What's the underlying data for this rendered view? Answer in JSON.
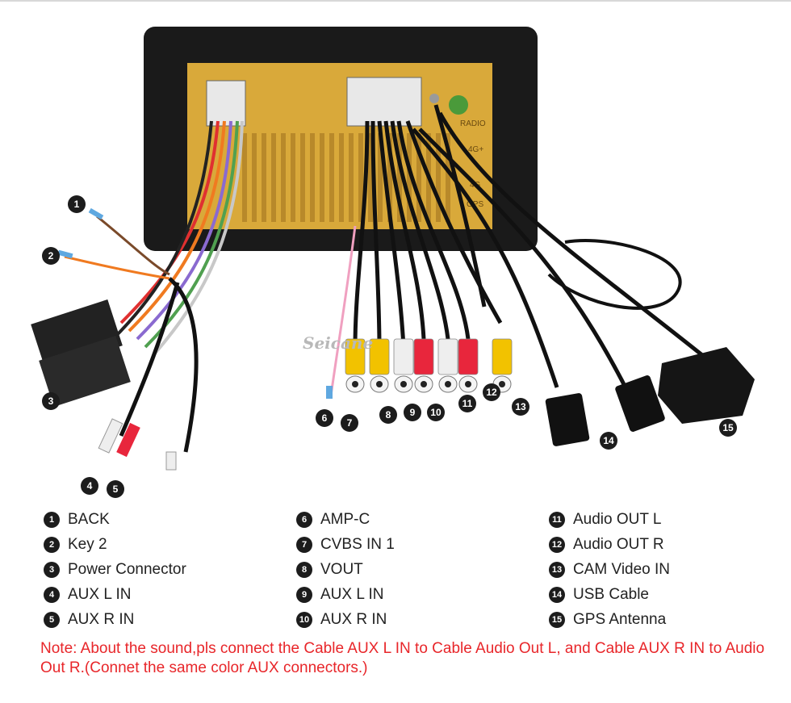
{
  "watermark": "Seicane",
  "head_unit": {
    "port_labels": [
      "RADIO",
      "4G+",
      "4G",
      "GPS"
    ]
  },
  "callouts": [
    "1",
    "2",
    "3",
    "4",
    "5",
    "6",
    "7",
    "8",
    "9",
    "10",
    "11",
    "12",
    "13",
    "14",
    "15"
  ],
  "legend": {
    "columns": [
      [
        {
          "num": "1",
          "label": "BACK"
        },
        {
          "num": "2",
          "label": "Key 2"
        },
        {
          "num": "3",
          "label": "Power Connector"
        },
        {
          "num": "4",
          "label": "AUX L IN"
        },
        {
          "num": "5",
          "label": "AUX R IN"
        }
      ],
      [
        {
          "num": "6",
          "label": "AMP-C"
        },
        {
          "num": "7",
          "label": "CVBS IN 1"
        },
        {
          "num": "8",
          "label": "VOUT"
        },
        {
          "num": "9",
          "label": "AUX L IN"
        },
        {
          "num": "10",
          "label": "AUX R IN"
        }
      ],
      [
        {
          "num": "11",
          "label": "Audio OUT L"
        },
        {
          "num": "12",
          "label": "Audio OUT R"
        },
        {
          "num": "13",
          "label": "CAM Video IN"
        },
        {
          "num": "14",
          "label": "USB Cable"
        },
        {
          "num": "15",
          "label": "GPS Antenna"
        }
      ]
    ]
  },
  "note": "Note: About the sound,pls connect the Cable AUX L IN to Cable Audio Out L, and Cable AUX R IN to  Audio Out R.(Connet the same color AUX connectors.)",
  "colors": {
    "bezel": "#1a1a1a",
    "panel": "#d9a93a",
    "note_red": "#e8262a",
    "rca_yellow": "#f2c200",
    "rca_red": "#e8263c",
    "rca_white": "#eeeeee"
  }
}
